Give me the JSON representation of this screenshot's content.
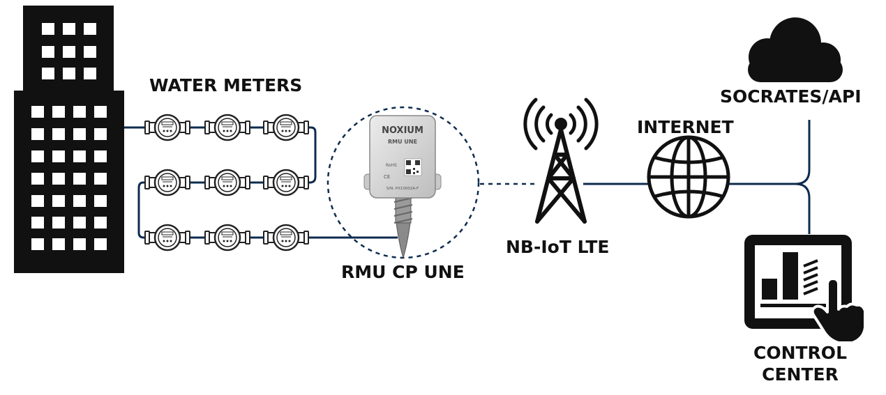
{
  "labels": {
    "water_meters": "WATER METERS",
    "rmu": "RMU CP UNE",
    "nbiot": "NB-IoT LTE",
    "internet": "INTERNET",
    "socrates": "SOCRATES/API",
    "control_line1": "CONTROL",
    "control_line2": "CENTER"
  },
  "device": {
    "brand": "NOXIUM",
    "model": "RMU UNE",
    "serial": "S/N: PX10002A-F",
    "marks": "CE",
    "rohs": "RoHS"
  },
  "colors": {
    "line": "#0d2b4e",
    "dark": "#111111",
    "device_body": "#d8d8d8"
  },
  "icons": [
    "building-icon",
    "water-meter-icon",
    "rmu-device-icon",
    "cell-tower-icon",
    "globe-icon",
    "cloud-icon",
    "dashboard-tablet-icon",
    "pointing-hand-icon"
  ]
}
